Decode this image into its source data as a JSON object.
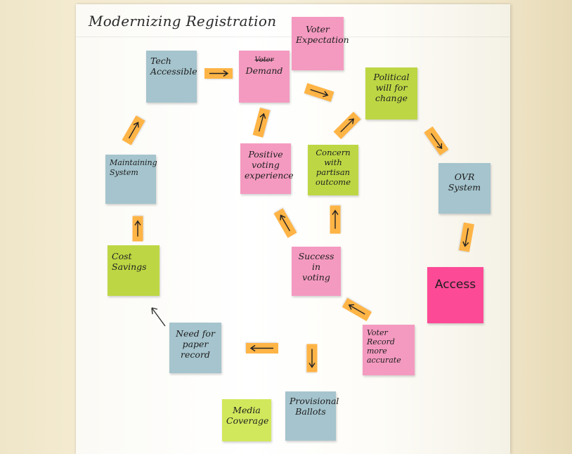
{
  "title": "Modernizing Registration",
  "notes": {
    "tech_accessible": "Tech\nAccessible",
    "demand_struck": "Voter",
    "demand": "Demand",
    "voter_expectation": "Voter\nExpectation",
    "political_will": "Political\nwill for\nchange",
    "ovr_system": "OVR\nSystem",
    "access": "Access",
    "voter_record": "Voter\nRecord\nmore accurate",
    "provisional_ballots": "Provisional\nBallots",
    "media_coverage": "Media\nCoverage",
    "need_for_paper": "Need for\npaper\nrecord",
    "cost_savings": "Cost\nSavings",
    "maintaining_system": "Maintaining\nSystem",
    "positive_voting": "Positive\nvoting\nexperience",
    "concern_partisan": "Concern\nwith\npartisan\noutcome",
    "success_voting": "Success\nin\nvoting"
  },
  "colors": {
    "blue": "#a5c4cd",
    "pink": "#f49ac0",
    "hot_pink": "#fd4a97",
    "green": "#bdd744",
    "arrow_orange": "#ffb446"
  }
}
